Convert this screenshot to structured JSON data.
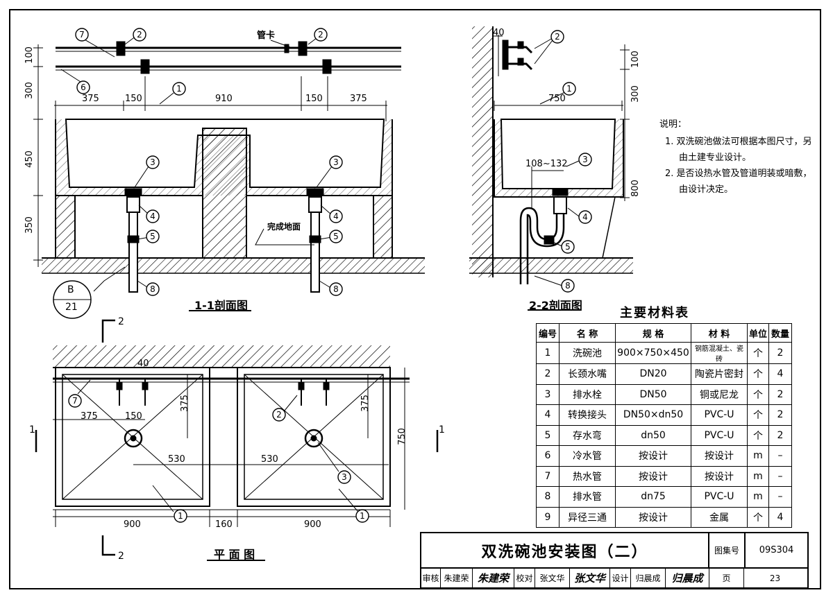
{
  "section_1_1": {
    "title": "1-1剖面图",
    "pipe_clamp_label": "管卡",
    "floor_label": "完成地面",
    "dims_top": [
      "375",
      "150",
      "910",
      "150",
      "375"
    ],
    "dims_left": [
      "100",
      "300",
      "450",
      "350"
    ],
    "detail_ref": {
      "top": "B",
      "bottom": "21"
    }
  },
  "section_2_2": {
    "title": "2-2剖面图",
    "dims": {
      "wall_offset": "40",
      "width": "750",
      "trap_offset": "108~132",
      "h1": "100",
      "h2": "300",
      "h3": "800"
    }
  },
  "plan": {
    "title": "平 面 图",
    "dims": {
      "offset": "40",
      "d375a": "375",
      "d150": "150",
      "d375b": "375",
      "d530a": "530",
      "d530b": "530",
      "d375c": "375",
      "d750": "750",
      "d900a": "900",
      "d160": "160",
      "d900b": "900"
    },
    "section_marks": {
      "top": "2",
      "bottom": "2",
      "left": "1",
      "right": "1"
    }
  },
  "balloons": [
    "1",
    "2",
    "3",
    "4",
    "5",
    "6",
    "7",
    "8"
  ],
  "notes": {
    "heading": "说明：",
    "items": [
      "1. 双洗碗池做法可根据本图尺寸，另由土建专业设计。",
      "2. 是否设热水管及管道明装或暗敷，由设计决定。"
    ]
  },
  "materials": {
    "title": "主要材料表",
    "headers": [
      "编号",
      "名 称",
      "规 格",
      "材 料",
      "单位",
      "数量"
    ],
    "rows": [
      [
        "1",
        "洗碗池",
        "900×750×450",
        "钢筋混凝土、瓷砖",
        "个",
        "2"
      ],
      [
        "2",
        "长颈水嘴",
        "DN20",
        "陶瓷片密封",
        "个",
        "4"
      ],
      [
        "3",
        "排水栓",
        "DN50",
        "铜或尼龙",
        "个",
        "2"
      ],
      [
        "4",
        "转换接头",
        "DN50×dn50",
        "PVC-U",
        "个",
        "2"
      ],
      [
        "5",
        "存水弯",
        "dn50",
        "PVC-U",
        "个",
        "2"
      ],
      [
        "6",
        "冷水管",
        "按设计",
        "按设计",
        "m",
        "–"
      ],
      [
        "7",
        "热水管",
        "按设计",
        "按设计",
        "m",
        "–"
      ],
      [
        "8",
        "排水管",
        "dn75",
        "PVC-U",
        "m",
        "–"
      ],
      [
        "9",
        "异径三通",
        "按设计",
        "金属",
        "个",
        "4"
      ]
    ]
  },
  "title_block": {
    "title": "双洗碗池安装图（二）",
    "atlas_label": "图集号",
    "atlas_no": "09S304",
    "review_label": "审核",
    "reviewer": "朱建荣",
    "reviewer_sig": "朱建荣",
    "check_label": "校对",
    "checker": "张文华",
    "checker_sig": "张文华",
    "design_label": "设计",
    "designer": "归晨成",
    "designer_sig": "归晨成",
    "page_label": "页",
    "page_no": "23"
  }
}
